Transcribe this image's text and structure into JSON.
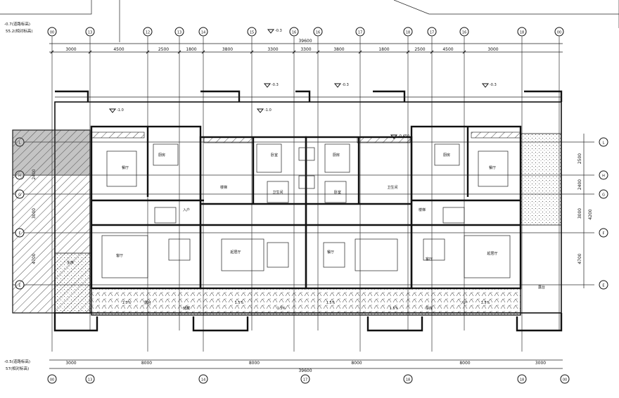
{
  "drawing": {
    "top_left_note": {
      "line1": "-0.7(道路标高)",
      "line2": "55.2(相对标高)"
    },
    "bottom_left_note": {
      "line1": "-0.5(道路标高)",
      "line2": "57(相对标高)"
    },
    "level_marks": [
      "-0.3",
      "-0.3",
      "-0.3",
      "-0.3",
      "-1.0",
      "-1.0",
      "-0.450"
    ],
    "axes_top": [
      "00",
      "13",
      "12",
      "13",
      "14",
      "15",
      "16",
      "16",
      "17",
      "18",
      "17",
      "16",
      "18",
      "00"
    ],
    "axes_bottom": [
      "00",
      "13",
      "14",
      "17",
      "18",
      "18",
      "00"
    ],
    "axes_side": [
      "L",
      "H",
      "G",
      "F",
      "E"
    ],
    "top_dims": [
      "3000",
      "4500",
      "2500",
      "1800",
      "3800",
      "3300",
      "3300",
      "3800",
      "1800",
      "2500",
      "4500",
      "3000"
    ],
    "top_total": "39600",
    "bottom_dims": [
      "3000",
      "8000",
      "8000",
      "8000",
      "8000",
      "3000"
    ],
    "bottom_total": "39600",
    "right_dims": [
      "2500",
      "2400",
      "3000",
      "4700"
    ],
    "right_total": "4200",
    "left_dims": [
      "2400",
      "3000",
      "4700"
    ],
    "room_labels": [
      "餐厅",
      "厨房",
      "客厅",
      "卧室",
      "卫生间",
      "楼梯",
      "车库",
      "入户",
      "露台",
      "储藏",
      "起居厅",
      "餐厅",
      "厨房",
      "卧室",
      "卫生间",
      "楼梯",
      "入户",
      "露台",
      "起居厅",
      "车库",
      "餐厅",
      "厨房",
      "客厅"
    ],
    "slab_notes": [
      "1.5%",
      "1.5%",
      "1.5%",
      "1.5%",
      "1.5%",
      "1.5%"
    ]
  }
}
